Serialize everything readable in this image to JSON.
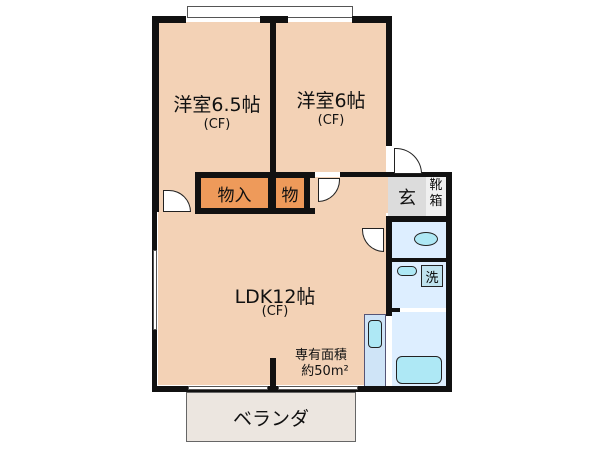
{
  "floorplan": {
    "rooms": {
      "western_room_1": {
        "name": "洋室6.5帖",
        "finish": "(CF)"
      },
      "western_room_2": {
        "name": "洋室6帖",
        "finish": "(CF)"
      },
      "ldk": {
        "name": "LDK12帖",
        "finish": "(CF)"
      },
      "storage_1": {
        "name": "物入"
      },
      "storage_2": {
        "name": "物"
      },
      "entrance": {
        "name": "玄"
      },
      "shoe_box": {
        "name": "靴箱"
      },
      "washer": {
        "name": "洗"
      },
      "veranda": {
        "name": "ベランダ"
      }
    },
    "area": {
      "label": "専有面積",
      "value": "約50m²"
    },
    "colors": {
      "room_fill": "#f3d2b6",
      "storage_fill": "#ee9a5a",
      "entrance_fill": "#dcdcdc",
      "wet_area_fill": "#ddeeff",
      "fixture_fill": "#aee8f5",
      "veranda_fill": "#ece6e0",
      "wall": "#111111"
    }
  }
}
